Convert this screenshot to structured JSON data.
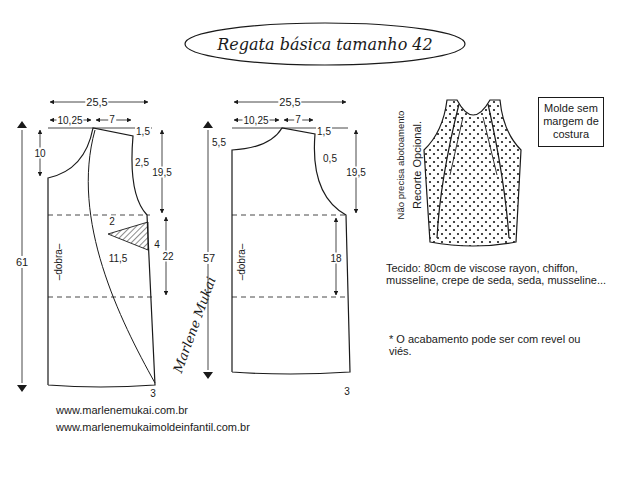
{
  "diagram": {
    "title": "Regata básica tamanho 42",
    "nodes": [
      {
        "text": [
          "Molde sem margem de costura"
        ]
      }
    ],
    "labels": [
      "25,5",
      "10,25",
      "7",
      "1,5",
      "10",
      "2,5",
      "19,5",
      "61",
      "2",
      "22",
      "11,5",
      "4",
      "–dobra–",
      "3",
      "25,5",
      "10,25",
      "7",
      "1,5",
      "5,5",
      "0,5",
      "19,5",
      "57",
      "18",
      "–dobra–",
      "3",
      "Não precisa abotoamento",
      "Recorte Opcional.",
      "Tecido: 80cm de viscose rayon, chiffon, musseline, crepe de seda, seda, musseline...",
      "* O acabamento pode ser com revel ou viés.",
      "www.marlenemukai.com.br",
      "www.marlenemukaimoldeinfantil.com.br",
      "Marlene Mukai"
    ]
  }
}
